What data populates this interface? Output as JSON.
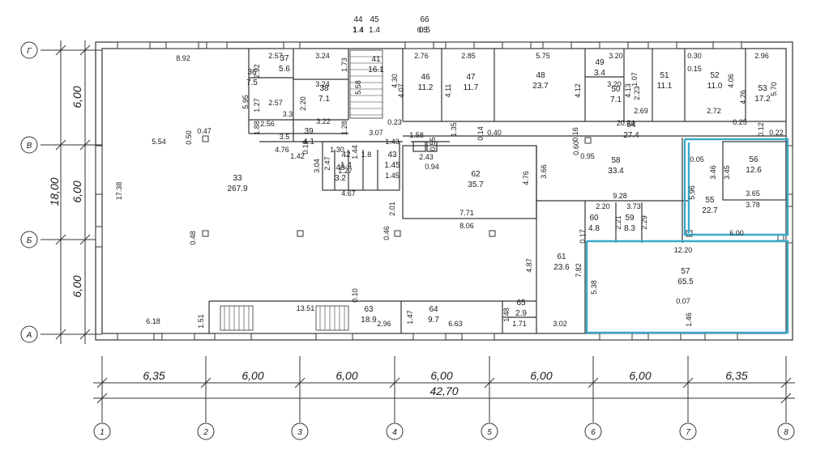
{
  "plan": {
    "axes_top": [
      "Г",
      "В",
      "Б",
      "А"
    ],
    "axes_bottom": [
      "1",
      "2",
      "3",
      "4",
      "5",
      "6",
      "7",
      "8"
    ],
    "left_spans": [
      "6,00",
      "6,00",
      "6,00"
    ],
    "left_total": "18,00",
    "bottom_spans": [
      "6,35",
      "6,00",
      "6,00",
      "6,00",
      "6,00",
      "6,00",
      "6,35"
    ],
    "bottom_total": "42,70",
    "highlight_color": "#3aa9c8",
    "line_color": "#333333",
    "rooms": [
      {
        "no": "33",
        "area": "267.9"
      },
      {
        "no": "36",
        "area": "7.5"
      },
      {
        "no": "37",
        "area": "5.6"
      },
      {
        "no": "38",
        "area": "7.1"
      },
      {
        "no": "39",
        "area": "4.1"
      },
      {
        "no": "40",
        "area": "3.2"
      },
      {
        "no": "41",
        "area": "16.1"
      },
      {
        "no": "42",
        "area": "1.4"
      },
      {
        "no": "43",
        "area": "1.45"
      },
      {
        "no": "44",
        "area": "1.4"
      },
      {
        "no": "45",
        "area": "1.4"
      },
      {
        "no": "46",
        "area": "11.2"
      },
      {
        "no": "47",
        "area": "11.7"
      },
      {
        "no": "48",
        "area": "23.7"
      },
      {
        "no": "49",
        "area": "3.4"
      },
      {
        "no": "50",
        "area": "7.1"
      },
      {
        "no": "51",
        "area": "11.1"
      },
      {
        "no": "52",
        "area": "11.0"
      },
      {
        "no": "53",
        "area": "17.2"
      },
      {
        "no": "54",
        "area": "27.4"
      },
      {
        "no": "55",
        "area": "22.7"
      },
      {
        "no": "56",
        "area": "12.6"
      },
      {
        "no": "57",
        "area": "65.5"
      },
      {
        "no": "58",
        "area": "33.4"
      },
      {
        "no": "59",
        "area": "8.3"
      },
      {
        "no": "60",
        "area": "4.8"
      },
      {
        "no": "61",
        "area": "23.6"
      },
      {
        "no": "62",
        "area": "35.7"
      },
      {
        "no": "63",
        "area": "18.9"
      },
      {
        "no": "64",
        "area": "9.7"
      },
      {
        "no": "65",
        "area": "2.9"
      },
      {
        "no": "66",
        "area": "0.5"
      }
    ],
    "dimensions": [
      "8.92",
      "2.57",
      "3.24",
      "2.92",
      "1.73",
      "2.76",
      "2.85",
      "5.75",
      "3.20",
      "1.07",
      "2.96",
      "0.30",
      "0.15",
      "4.06",
      "5.70",
      "4.07",
      "4.11",
      "4.12",
      "4.13",
      "4.26",
      "4.30",
      "5.58",
      "2.20",
      "3.24",
      "5.95",
      "2.57",
      "1.27",
      "1.88",
      "2.56",
      "3.22",
      "1.28",
      "3.07",
      "0.23",
      "3.20",
      "2.23",
      "2.69",
      "2.72",
      "0.50",
      "0.47",
      "5.54",
      "17.38",
      "4.76",
      "1.42",
      "0.19",
      "1.30",
      "3.04",
      "2.47",
      "1.44",
      "1.27",
      "1.8",
      "4.67",
      "1.58",
      "0.55",
      "1.35",
      "2.43",
      "0.94",
      "0.14",
      "0.40",
      "0.16",
      "20.24",
      "0.25",
      "0.12",
      "0.22",
      "0.60",
      "0.95",
      "0.05",
      "3.46",
      "3.45",
      "3.66",
      "4.76",
      "9.28",
      "5.96",
      "3.65",
      "3.78",
      "2.01",
      "7.71",
      "2.20",
      "3.73",
      "2.21",
      "2.29",
      "0.17",
      "6.00",
      "8.06",
      "0.46",
      "0.48",
      "12.20",
      "4.87",
      "7.82",
      "5.38",
      "0.10",
      "13.51",
      "1.47",
      "6.18",
      "1.51",
      "2.96",
      "6.63",
      "1.48",
      "1.71",
      "3.02",
      "0.07",
      "1.46",
      "3.5",
      "3.3",
      "1.4",
      "1.45",
      "1.43",
      "0.5"
    ]
  }
}
